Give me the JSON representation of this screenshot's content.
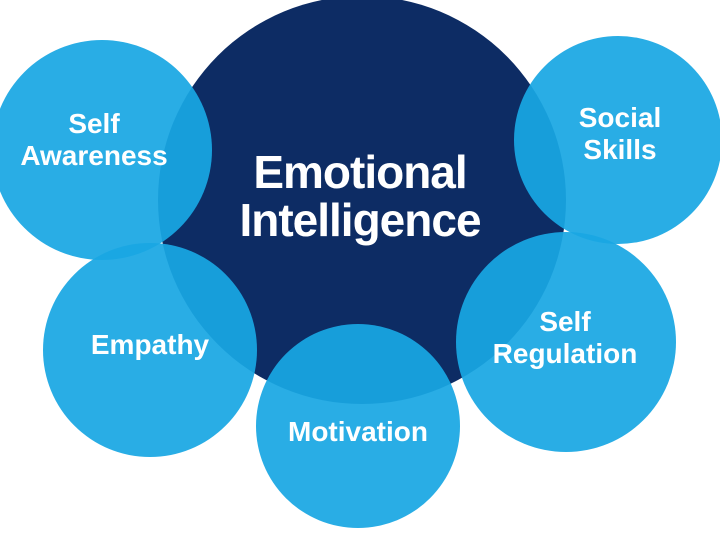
{
  "diagram": {
    "title": {
      "line1": "Emotional",
      "line2": "Intelligence"
    },
    "nodes": [
      {
        "name": "Self Awareness",
        "line1": "Self",
        "line2": "Awareness"
      },
      {
        "name": "Social Skills",
        "line1": "Social",
        "line2": "Skills"
      },
      {
        "name": "Empathy",
        "line1": "Empathy",
        "line2": ""
      },
      {
        "name": "Self Regulation",
        "line1": "Self",
        "line2": "Regulation"
      },
      {
        "name": "Motivation",
        "line1": "Motivation",
        "line2": ""
      }
    ]
  },
  "colors": {
    "background": "#FFFFFF",
    "center_circle": "#0D2C64",
    "satellite_circle": "#19A7E3",
    "label_text": "#FFFFFF"
  }
}
